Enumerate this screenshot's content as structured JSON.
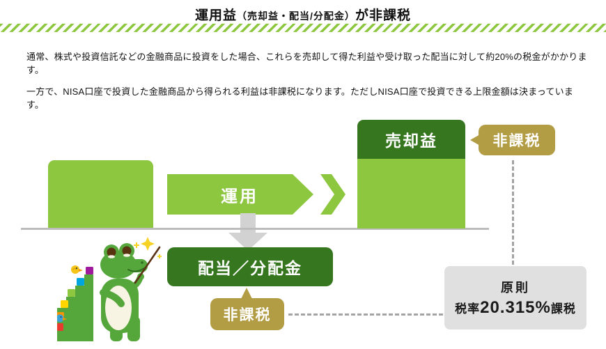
{
  "title": {
    "main_left": "運用益",
    "paren": "（売却益・配当/分配金）",
    "main_right": "が非課税"
  },
  "paragraphs": {
    "p1": "通常、株式や投資信託などの金融商品に投資をした場合、これらを売却して得た利益や受け取った配当に対して約20%の税金がかかります。",
    "p2": "一方で、NISA口座で投資した金融商品から得られる利益は非課税になります。ただしNISA口座で投資できる上限金額は決まっています。"
  },
  "diagram": {
    "operation_arrow_label": "運用",
    "sale_gain_label": "売却益",
    "tax_free_top_label": "非課税",
    "dividend_label": "配当／分配金",
    "tax_free_bottom_label": "非課税",
    "tax_note": {
      "line1": "原則",
      "rate_prefix": "税率",
      "rate_value": "20.315%",
      "rate_suffix": "課税"
    }
  },
  "colors": {
    "light_green": "#8dc63f",
    "dark_green": "#35761f",
    "gold": "#b29c44",
    "note_gray": "#e0e0e0",
    "arrow_gray": "#d2d2d2",
    "mascot_green": "#55a73c"
  },
  "icons": {
    "stripe_divider": "diagonal-stripes",
    "mascot": "crocodile-with-stair-blocks-and-birds"
  }
}
